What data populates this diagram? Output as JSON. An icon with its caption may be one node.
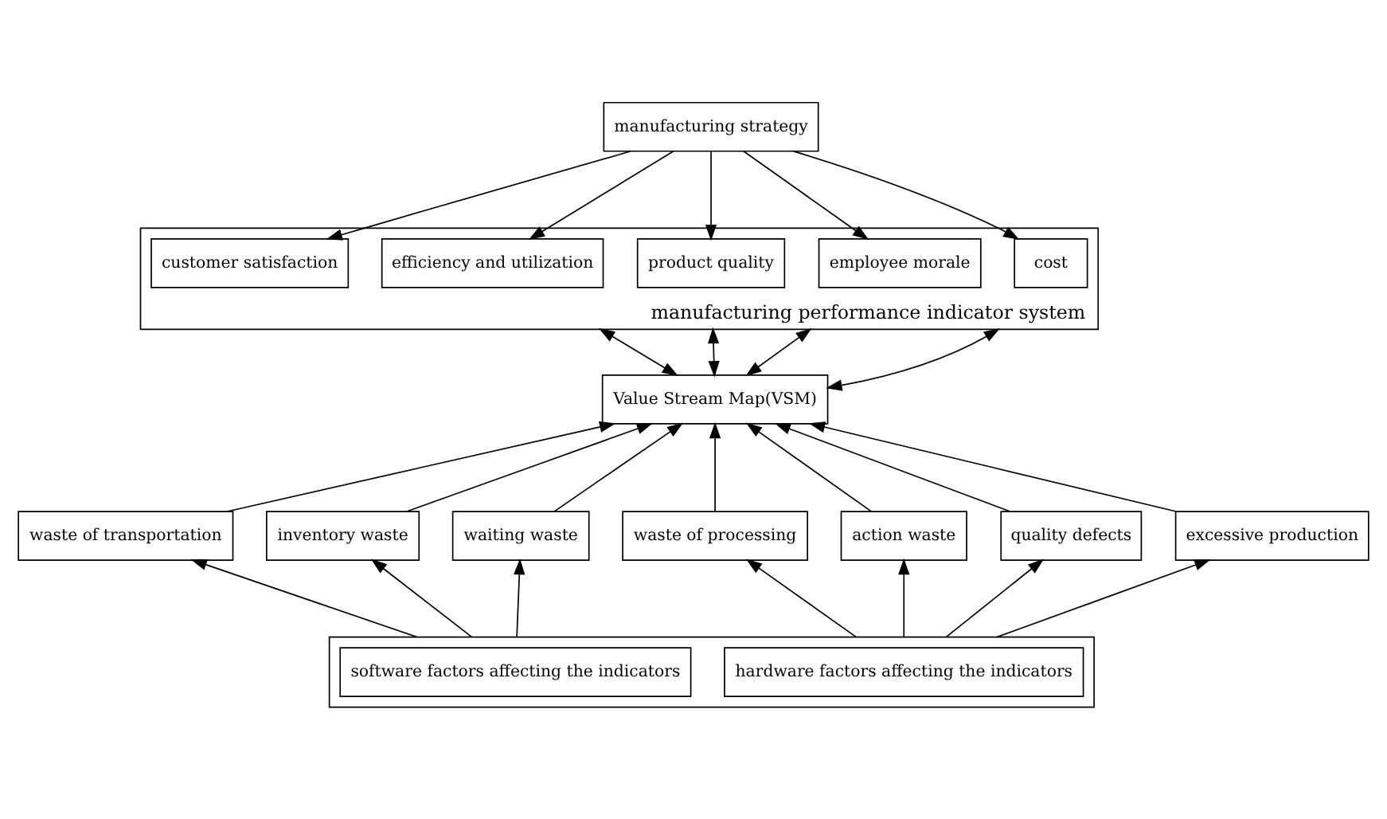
{
  "diagram": {
    "nodes": [
      {
        "text": [
          "manufacturing strategy"
        ]
      },
      {
        "text": [
          "manufacturing performance indicator system"
        ]
      },
      {
        "text": [
          "cost"
        ],
        "in": 1
      },
      {
        "text": [
          "employee morale"
        ],
        "in": 1
      },
      {
        "text": [
          "product quality"
        ],
        "in": 1
      },
      {
        "text": [
          "efficiency and utilization"
        ],
        "in": 1
      },
      {
        "text": [
          "customer satisfaction"
        ],
        "in": 1
      },
      {
        "text": [
          "Value Stream Map(VSM)"
        ]
      },
      {
        "text": [
          "waste of processing"
        ]
      },
      {
        "text": [
          "waste of transportation"
        ]
      },
      {
        "text": [
          "action waste"
        ]
      },
      {
        "text": [
          "inventory waste"
        ]
      },
      {
        "text": [
          "quality defects"
        ]
      },
      {
        "text": [
          "waiting waste"
        ]
      },
      {
        "text": [
          "excessive production"
        ]
      },
      {
        "text": [],
        "shape": "box"
      },
      {
        "text": [
          "hardware factors affecting the indicators"
        ],
        "in": 15
      },
      {
        "text": [
          "software factors affecting the indicators"
        ],
        "in": 15
      }
    ],
    "edges": [
      {
        "from": 0,
        "to": 2,
        "arrow": "to"
      },
      {
        "from": 0,
        "to": 5,
        "arrow": "to"
      },
      {
        "from": 0,
        "to": 3,
        "arrow": "to"
      },
      {
        "from": 0,
        "to": 6,
        "arrow": "to"
      },
      {
        "from": 0,
        "to": 4,
        "arrow": "to"
      },
      {
        "from": 1,
        "to": 7,
        "arrow": "both"
      },
      {
        "from": 1,
        "to": 7,
        "arrow": "both"
      },
      {
        "from": 1,
        "to": 7,
        "arrow": "both"
      },
      {
        "from": 1,
        "to": 7,
        "arrow": "both"
      },
      {
        "from": 8,
        "to": 7,
        "arrow": "to"
      },
      {
        "from": 9,
        "to": 7,
        "arrow": "to"
      },
      {
        "from": 10,
        "to": 7,
        "arrow": "to"
      },
      {
        "from": 11,
        "to": 7,
        "arrow": "to"
      },
      {
        "from": 12,
        "to": 7,
        "arrow": "to"
      },
      {
        "from": 13,
        "to": 7,
        "arrow": "to"
      },
      {
        "from": 14,
        "to": 7,
        "arrow": "to"
      },
      {
        "from": 15,
        "to": 8,
        "arrow": "to"
      },
      {
        "from": 15,
        "to": 9,
        "arrow": "to"
      },
      {
        "from": 15,
        "to": 10,
        "arrow": "to"
      },
      {
        "from": 15,
        "to": 11,
        "arrow": "to"
      },
      {
        "from": 15,
        "to": 12,
        "arrow": "to"
      },
      {
        "from": 15,
        "to": 13,
        "arrow": "to"
      },
      {
        "from": 15,
        "to": 14,
        "arrow": "to"
      }
    ]
  }
}
